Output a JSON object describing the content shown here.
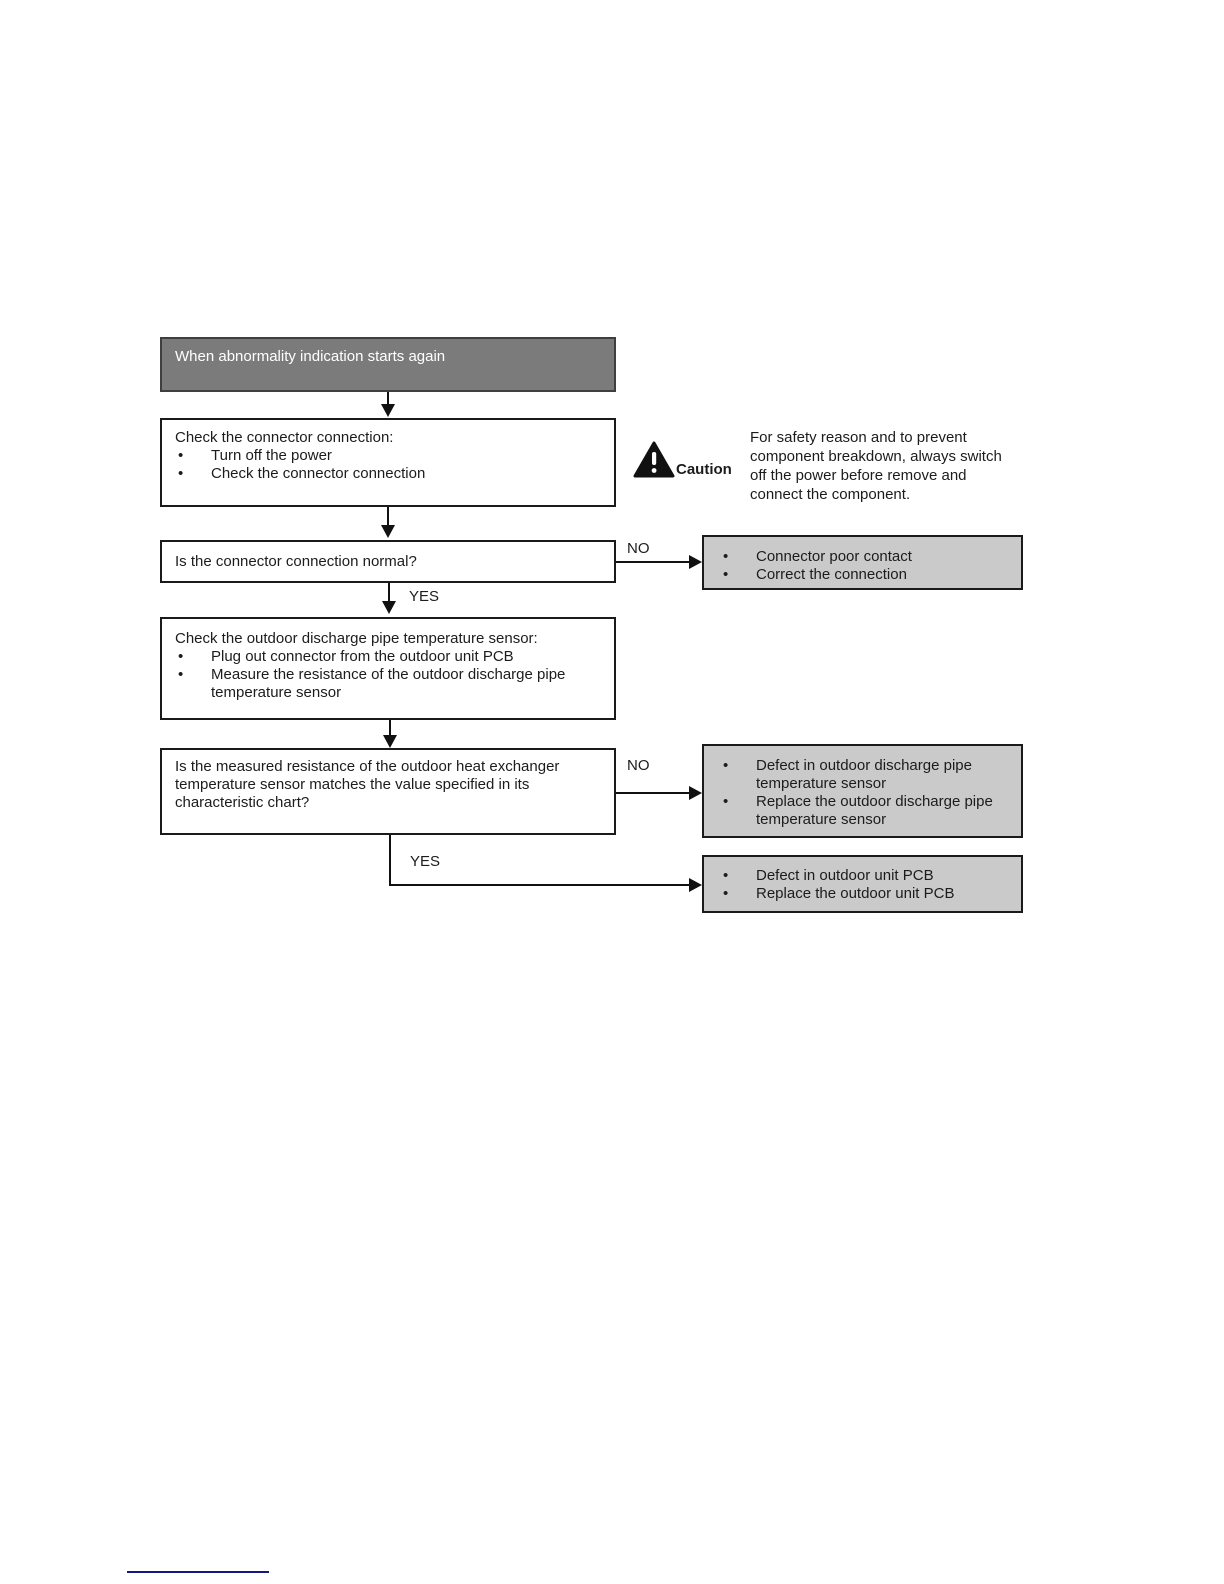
{
  "colors": {
    "dark_box_fill": "#7b7b7b",
    "dark_box_border": "#3f3f3f",
    "box_border": "#1a1a1a",
    "gray_box_fill": "#cacaca",
    "line": "#111111",
    "footer_rule": "#16167e"
  },
  "flowchart": {
    "start_box": "When abnormality indication starts again",
    "check_connector_box": {
      "title": "Check the connector connection:",
      "bullets": [
        "Turn off the power",
        "Check the connector connection"
      ]
    },
    "caution": {
      "icon": "warning-triangle",
      "label": "Caution",
      "text": "For safety reason and to prevent\ncomponent breakdown, always switch\noff the power before remove and\nconnect the component."
    },
    "question_connector": "Is the connector connection normal?",
    "labels": {
      "no1": "NO",
      "yes1": "YES",
      "no2": "NO",
      "yes2": "YES"
    },
    "result_connector": {
      "bullets": [
        "Connector poor contact",
        "Correct the connection"
      ]
    },
    "check_sensor_box": {
      "title": "Check the outdoor discharge pipe temperature sensor:",
      "bullets": [
        "Plug out connector from the outdoor unit PCB",
        "Measure the resistance of the outdoor discharge pipe\ntemperature sensor"
      ]
    },
    "question_resistance": "Is the measured resistance of the outdoor heat exchanger\ntemperature sensor matches the value specified in its\ncharacteristic chart?",
    "result_sensor": {
      "bullets": [
        "Defect in outdoor discharge pipe\ntemperature sensor",
        "Replace the outdoor discharge pipe\ntemperature sensor"
      ]
    },
    "result_pcb": {
      "bullets": [
        "Defect in outdoor unit PCB",
        "Replace the outdoor unit PCB"
      ]
    }
  }
}
